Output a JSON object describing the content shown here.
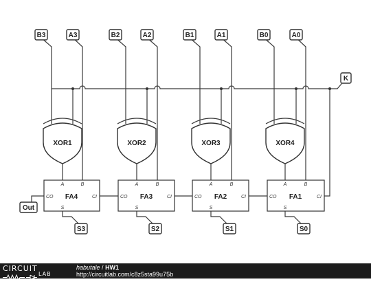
{
  "inputs": {
    "b3": "B3",
    "a3": "A3",
    "b2": "B2",
    "a2": "A2",
    "b1": "B1",
    "a1": "A1",
    "b0": "B0",
    "a0": "A0",
    "k": "K"
  },
  "outputs": {
    "out": "Out",
    "s3": "S3",
    "s2": "S2",
    "s1": "S1",
    "s0": "S0"
  },
  "gates": {
    "xor1": "XOR1",
    "xor2": "XOR2",
    "xor3": "XOR3",
    "xor4": "XOR4"
  },
  "adders": [
    {
      "name": "FA4",
      "pin_a": "A",
      "pin_b": "B",
      "pin_co": "CO",
      "pin_ci": "CI",
      "pin_s": "S"
    },
    {
      "name": "FA3",
      "pin_a": "A",
      "pin_b": "B",
      "pin_co": "CO",
      "pin_ci": "CI",
      "pin_s": "S"
    },
    {
      "name": "FA2",
      "pin_a": "A",
      "pin_b": "B",
      "pin_co": "CO",
      "pin_ci": "CI",
      "pin_s": "S"
    },
    {
      "name": "FA1",
      "pin_a": "A",
      "pin_b": "B",
      "pin_co": "CO",
      "pin_ci": "CI",
      "pin_s": "S"
    }
  ],
  "footer": {
    "logo_top": "CIRCUIT",
    "logo_bottom": "LAB",
    "user": "habutale",
    "separator": " / ",
    "project": "HW1",
    "url": "http://circuitlab.com/c8z5sta99u75b"
  },
  "colors": {
    "line": "#3a3a3a",
    "footer_bg": "#1c1c1c"
  }
}
